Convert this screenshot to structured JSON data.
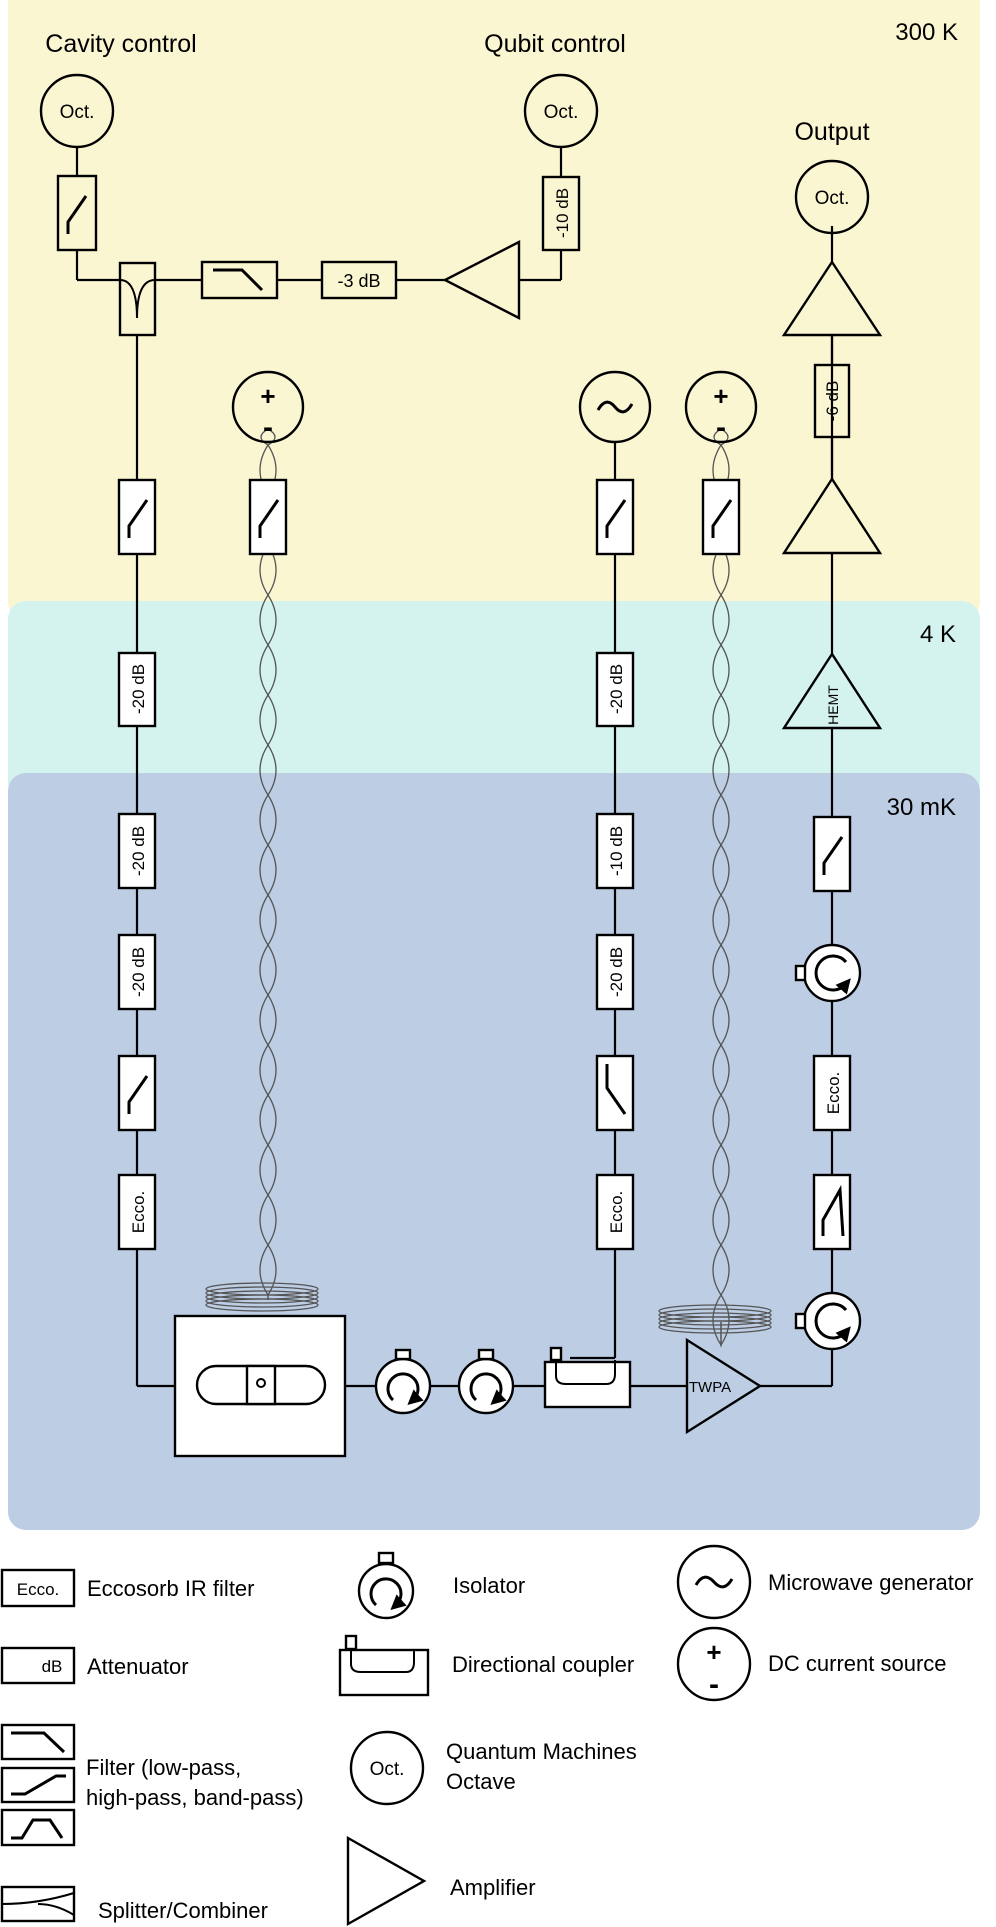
{
  "zones": [
    {
      "label": "300 K",
      "color": "#fbf6d2",
      "text_color": "#8a8520"
    },
    {
      "label": "4 K",
      "color": "#d4f3ee",
      "text_color": "#2a6e68"
    },
    {
      "label": "30 mK",
      "color": "#bccde4",
      "text_color": "#3c4f72"
    }
  ],
  "sections": {
    "cavity_control": "Cavity control",
    "qubit_control": "Qubit control",
    "output": "Output"
  },
  "components": {
    "octave": "Oct.",
    "ecco": "Ecco.",
    "hemt": "HEMT",
    "twpa": "TWPA",
    "att_minus3": "-3 dB",
    "att_minus6": "-6 dB",
    "att_minus10": "-10 dB",
    "att_minus20": "-20 dB",
    "dc_plus": "+",
    "dc_minus": "-"
  },
  "legend": {
    "ecco_symbol": "Ecco.",
    "ecco": "Eccosorb IR filter",
    "db_symbol": "dB",
    "attenuator": "Attenuator",
    "filter_line1": "Filter (low-pass,",
    "filter_line2": "high-pass, band-pass)",
    "splitter": "Splitter/Combiner",
    "isolator": "Isolator",
    "coupler": "Directional coupler",
    "oct_symbol": "Oct.",
    "octave_line1": "Quantum Machines",
    "octave_line2": "Octave",
    "amplifier": "Amplifier",
    "generator": "Microwave generator",
    "dc_source": "DC current source"
  }
}
